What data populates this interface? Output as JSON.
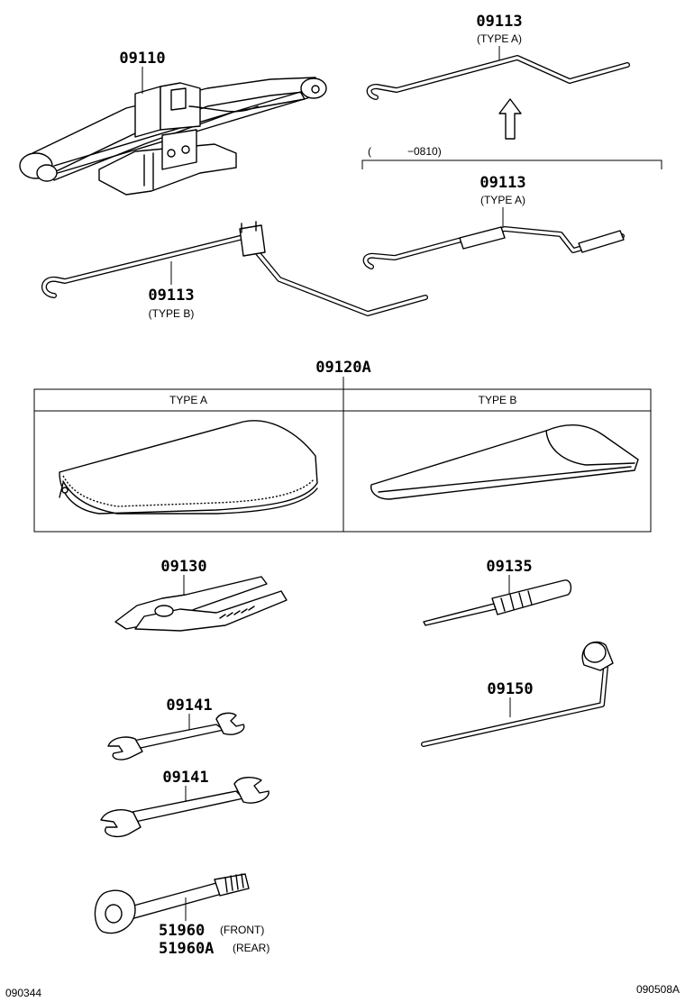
{
  "parts": {
    "jack": {
      "number": "09110"
    },
    "handle_type_a_upper": {
      "number": "09113",
      "type": "(TYPE A)"
    },
    "handle_type_a_lower": {
      "number": "09113",
      "type": "(TYPE A)"
    },
    "handle_type_b": {
      "number": "09113",
      "type": "(TYPE B)"
    },
    "range_label": {
      "open": "(",
      "text": "−0810)"
    },
    "tool_bag": {
      "number": "09120A",
      "type_a": "TYPE A",
      "type_b": "TYPE B"
    },
    "pliers": {
      "number": "09130"
    },
    "screwdriver": {
      "number": "09135"
    },
    "wrench_small": {
      "number": "09141"
    },
    "wrench_large": {
      "number": "09141"
    },
    "wheel_wrench": {
      "number": "09150"
    },
    "hub_nut_wrench_front": {
      "number": "51960",
      "position": "(FRONT)"
    },
    "hub_nut_wrench_rear": {
      "number": "51960A",
      "position": "(REAR)"
    }
  },
  "footer": {
    "left_code": "090344",
    "right_code": "090508A"
  },
  "icons": [
    "arrow-up-icon"
  ]
}
